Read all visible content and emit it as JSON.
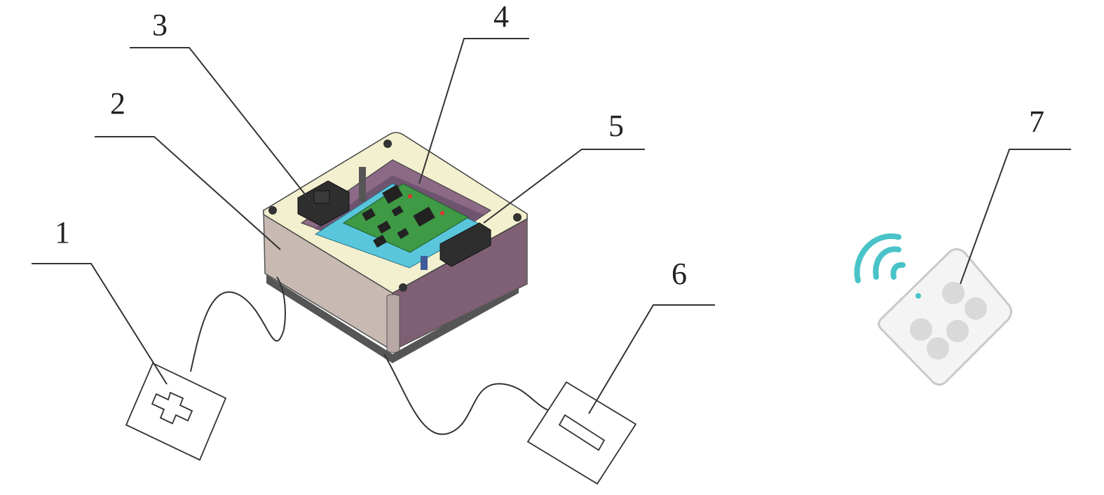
{
  "callouts": [
    {
      "id": "1",
      "label": "1"
    },
    {
      "id": "2",
      "label": "2"
    },
    {
      "id": "3",
      "label": "3"
    },
    {
      "id": "4",
      "label": "4"
    },
    {
      "id": "5",
      "label": "5"
    },
    {
      "id": "6",
      "label": "6"
    },
    {
      "id": "7",
      "label": "7"
    }
  ],
  "colors": {
    "enclosure_top": "#f3f0cf",
    "enclosure_left_wall": "#c8bab3",
    "enclosure_right_wall": "#7e5f73",
    "inner_wall": "#8c6a86",
    "pcb": "#3f9a45",
    "pcb_mount": "#59c6dc",
    "wifi": "#49c3c8",
    "remote_body": "#f4f4f4",
    "remote_button": "#d9d9d9",
    "line": "#333333"
  },
  "icons": [
    "plus-button-sensor-icon",
    "slot-sensor-icon",
    "wifi-signal-icon",
    "remote-control-icon"
  ]
}
